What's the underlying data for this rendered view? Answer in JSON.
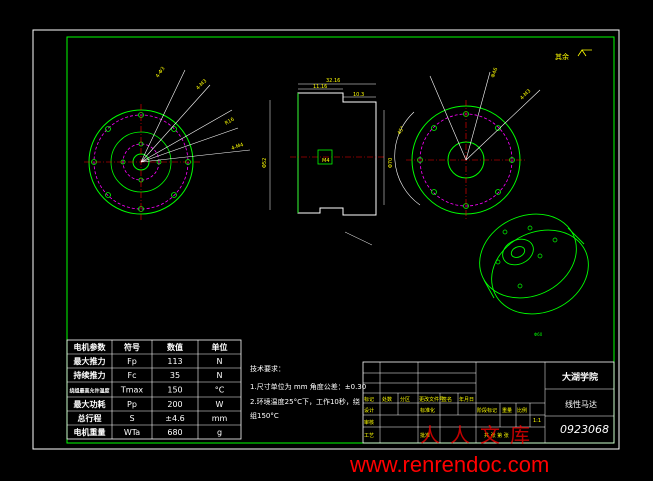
{
  "specs": {
    "headers": [
      "电机参数",
      "符号",
      "数值",
      "单位"
    ],
    "rows": [
      [
        "最大推力",
        "Fp",
        "113",
        "N"
      ],
      [
        "持续推力",
        "Fc",
        "35",
        "N"
      ],
      [
        "绕组最高允许温度",
        "Tmax",
        "150",
        "°C"
      ],
      [
        "最大功耗",
        "Pp",
        "200",
        "W"
      ],
      [
        "总行程",
        "S",
        "±4.6",
        "mm"
      ],
      [
        "电机重量",
        "WTa",
        "680",
        "g"
      ]
    ]
  },
  "notes": {
    "title": "技术要求：",
    "lines": [
      "1.尺寸单位为 mm 角度公差：±0.30",
      "2.环境温度25°C下，工作10秒，绕",
      "组150°C"
    ]
  },
  "title_block": {
    "school": "大湖学院",
    "drawing_name": "线性马达",
    "drawing_number": "0923068",
    "row_labels": [
      "标记",
      "处数",
      "分区",
      "更改文件号",
      "签名",
      "年月日"
    ],
    "design_label": "设计",
    "standard_label": "标准化",
    "stage_label": "阶段标记",
    "weight_label": "重量",
    "scale_label": "比例",
    "review_label": "审核",
    "process_label": "工艺",
    "approve_label": "批准",
    "sheet_label": "共  张  第  张",
    "scale_value": "1:1"
  },
  "annotations": {
    "roughness": "其余",
    "top_dim_a": "32.16",
    "top_dim_b": "11.16",
    "top_dim_c": "10.3",
    "left_dim": "Φ52",
    "right_dim": "Φ70",
    "inner_dim": "M4"
  },
  "watermark": {
    "cn": "人人文库",
    "url": "www.renrendoc.com"
  }
}
